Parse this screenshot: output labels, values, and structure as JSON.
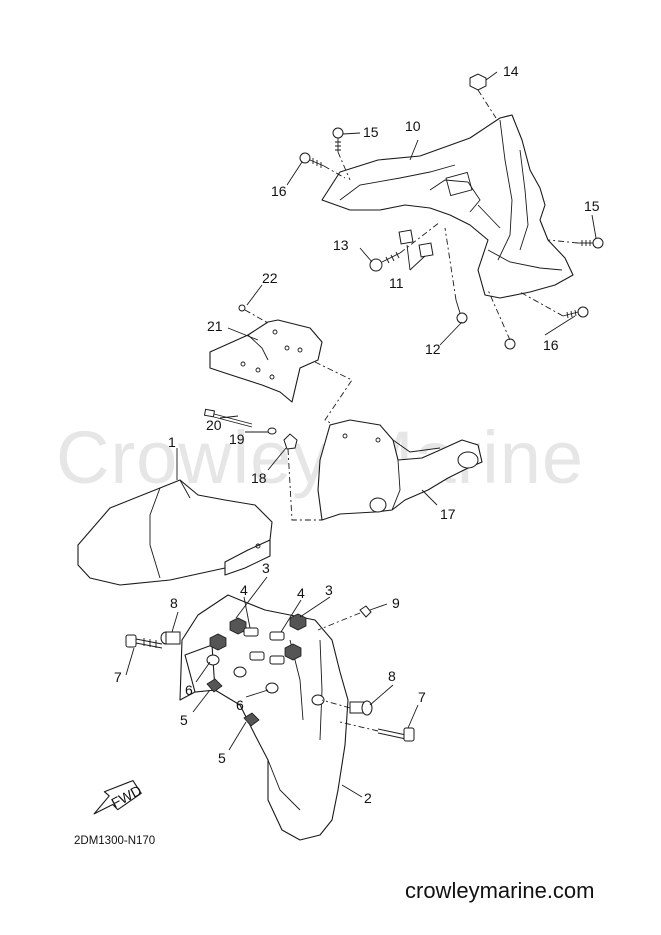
{
  "watermark": "Crowley Marine",
  "site": "crowleymarine.com",
  "diagram_code": "2DM1300-N170",
  "fwd_label": "FWD",
  "callouts": {
    "c1": "1",
    "c2": "2",
    "c3a": "3",
    "c3b": "3",
    "c4a": "4",
    "c4b": "4",
    "c5a": "5",
    "c5b": "5",
    "c6a": "6",
    "c6b": "6",
    "c7a": "7",
    "c7b": "7",
    "c8a": "8",
    "c8b": "8",
    "c9": "9",
    "c10": "10",
    "c11": "11",
    "c12": "12",
    "c13": "13",
    "c14": "14",
    "c15a": "15",
    "c15b": "15",
    "c16a": "16",
    "c16b": "16",
    "c17": "17",
    "c18": "18",
    "c19": "19",
    "c20": "20",
    "c21": "21",
    "c22": "22"
  }
}
